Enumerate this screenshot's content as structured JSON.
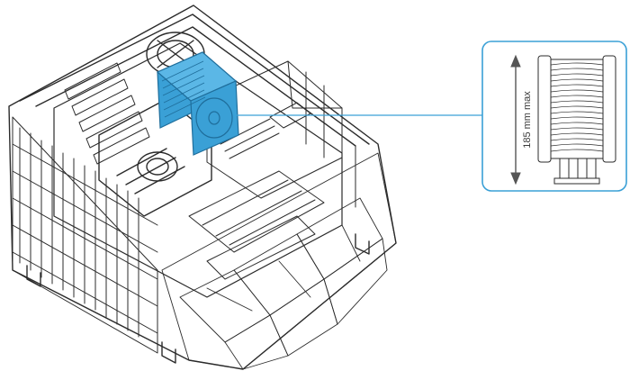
{
  "diagram": {
    "callout": {
      "label": "185 mm max"
    },
    "colors": {
      "line": "#2b2b2b",
      "accent": "#3aa0d6",
      "accent_dark": "#1f6e9c",
      "callout_border": "#3aa0d6",
      "arrow": "#555555"
    },
    "icons": {
      "case": "pc-case-illustration",
      "cooler": "cpu-tower-cooler",
      "cooler_side": "cooler-side-view"
    }
  }
}
